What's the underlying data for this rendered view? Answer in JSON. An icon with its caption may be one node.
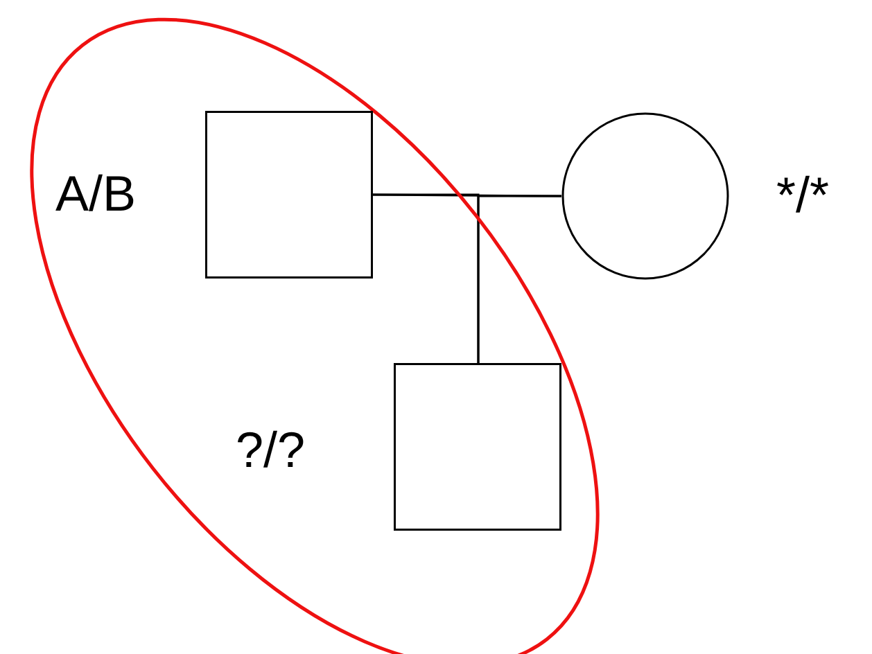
{
  "diagram": {
    "nodes": [
      {
        "text": [],
        "shape": "ellipse"
      },
      {
        "text": [],
        "shape": "box",
        "in": 0,
        "beside": [
          "A/B"
        ]
      },
      {
        "text": [],
        "shape": "circle",
        "beside": [
          "*/*"
        ]
      },
      {
        "text": [],
        "shape": "box",
        "in": 0,
        "beside": [
          "?/?"
        ]
      }
    ],
    "edges": [
      {
        "from": 1,
        "to": 2,
        "arrow": "none"
      },
      {
        "from": 1,
        "to": 3,
        "arrow": "none"
      },
      {
        "from": 2,
        "to": 3,
        "arrow": "none"
      }
    ]
  }
}
